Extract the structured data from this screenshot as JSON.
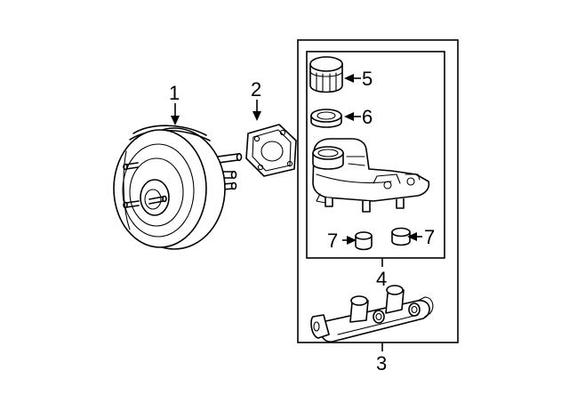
{
  "diagram": {
    "callouts": {
      "booster": "1",
      "gasket": "2",
      "master_cylinder": "3",
      "reservoir": "4",
      "cap": "5",
      "seal": "6",
      "grommet_left": "7",
      "grommet_right": "7"
    }
  }
}
